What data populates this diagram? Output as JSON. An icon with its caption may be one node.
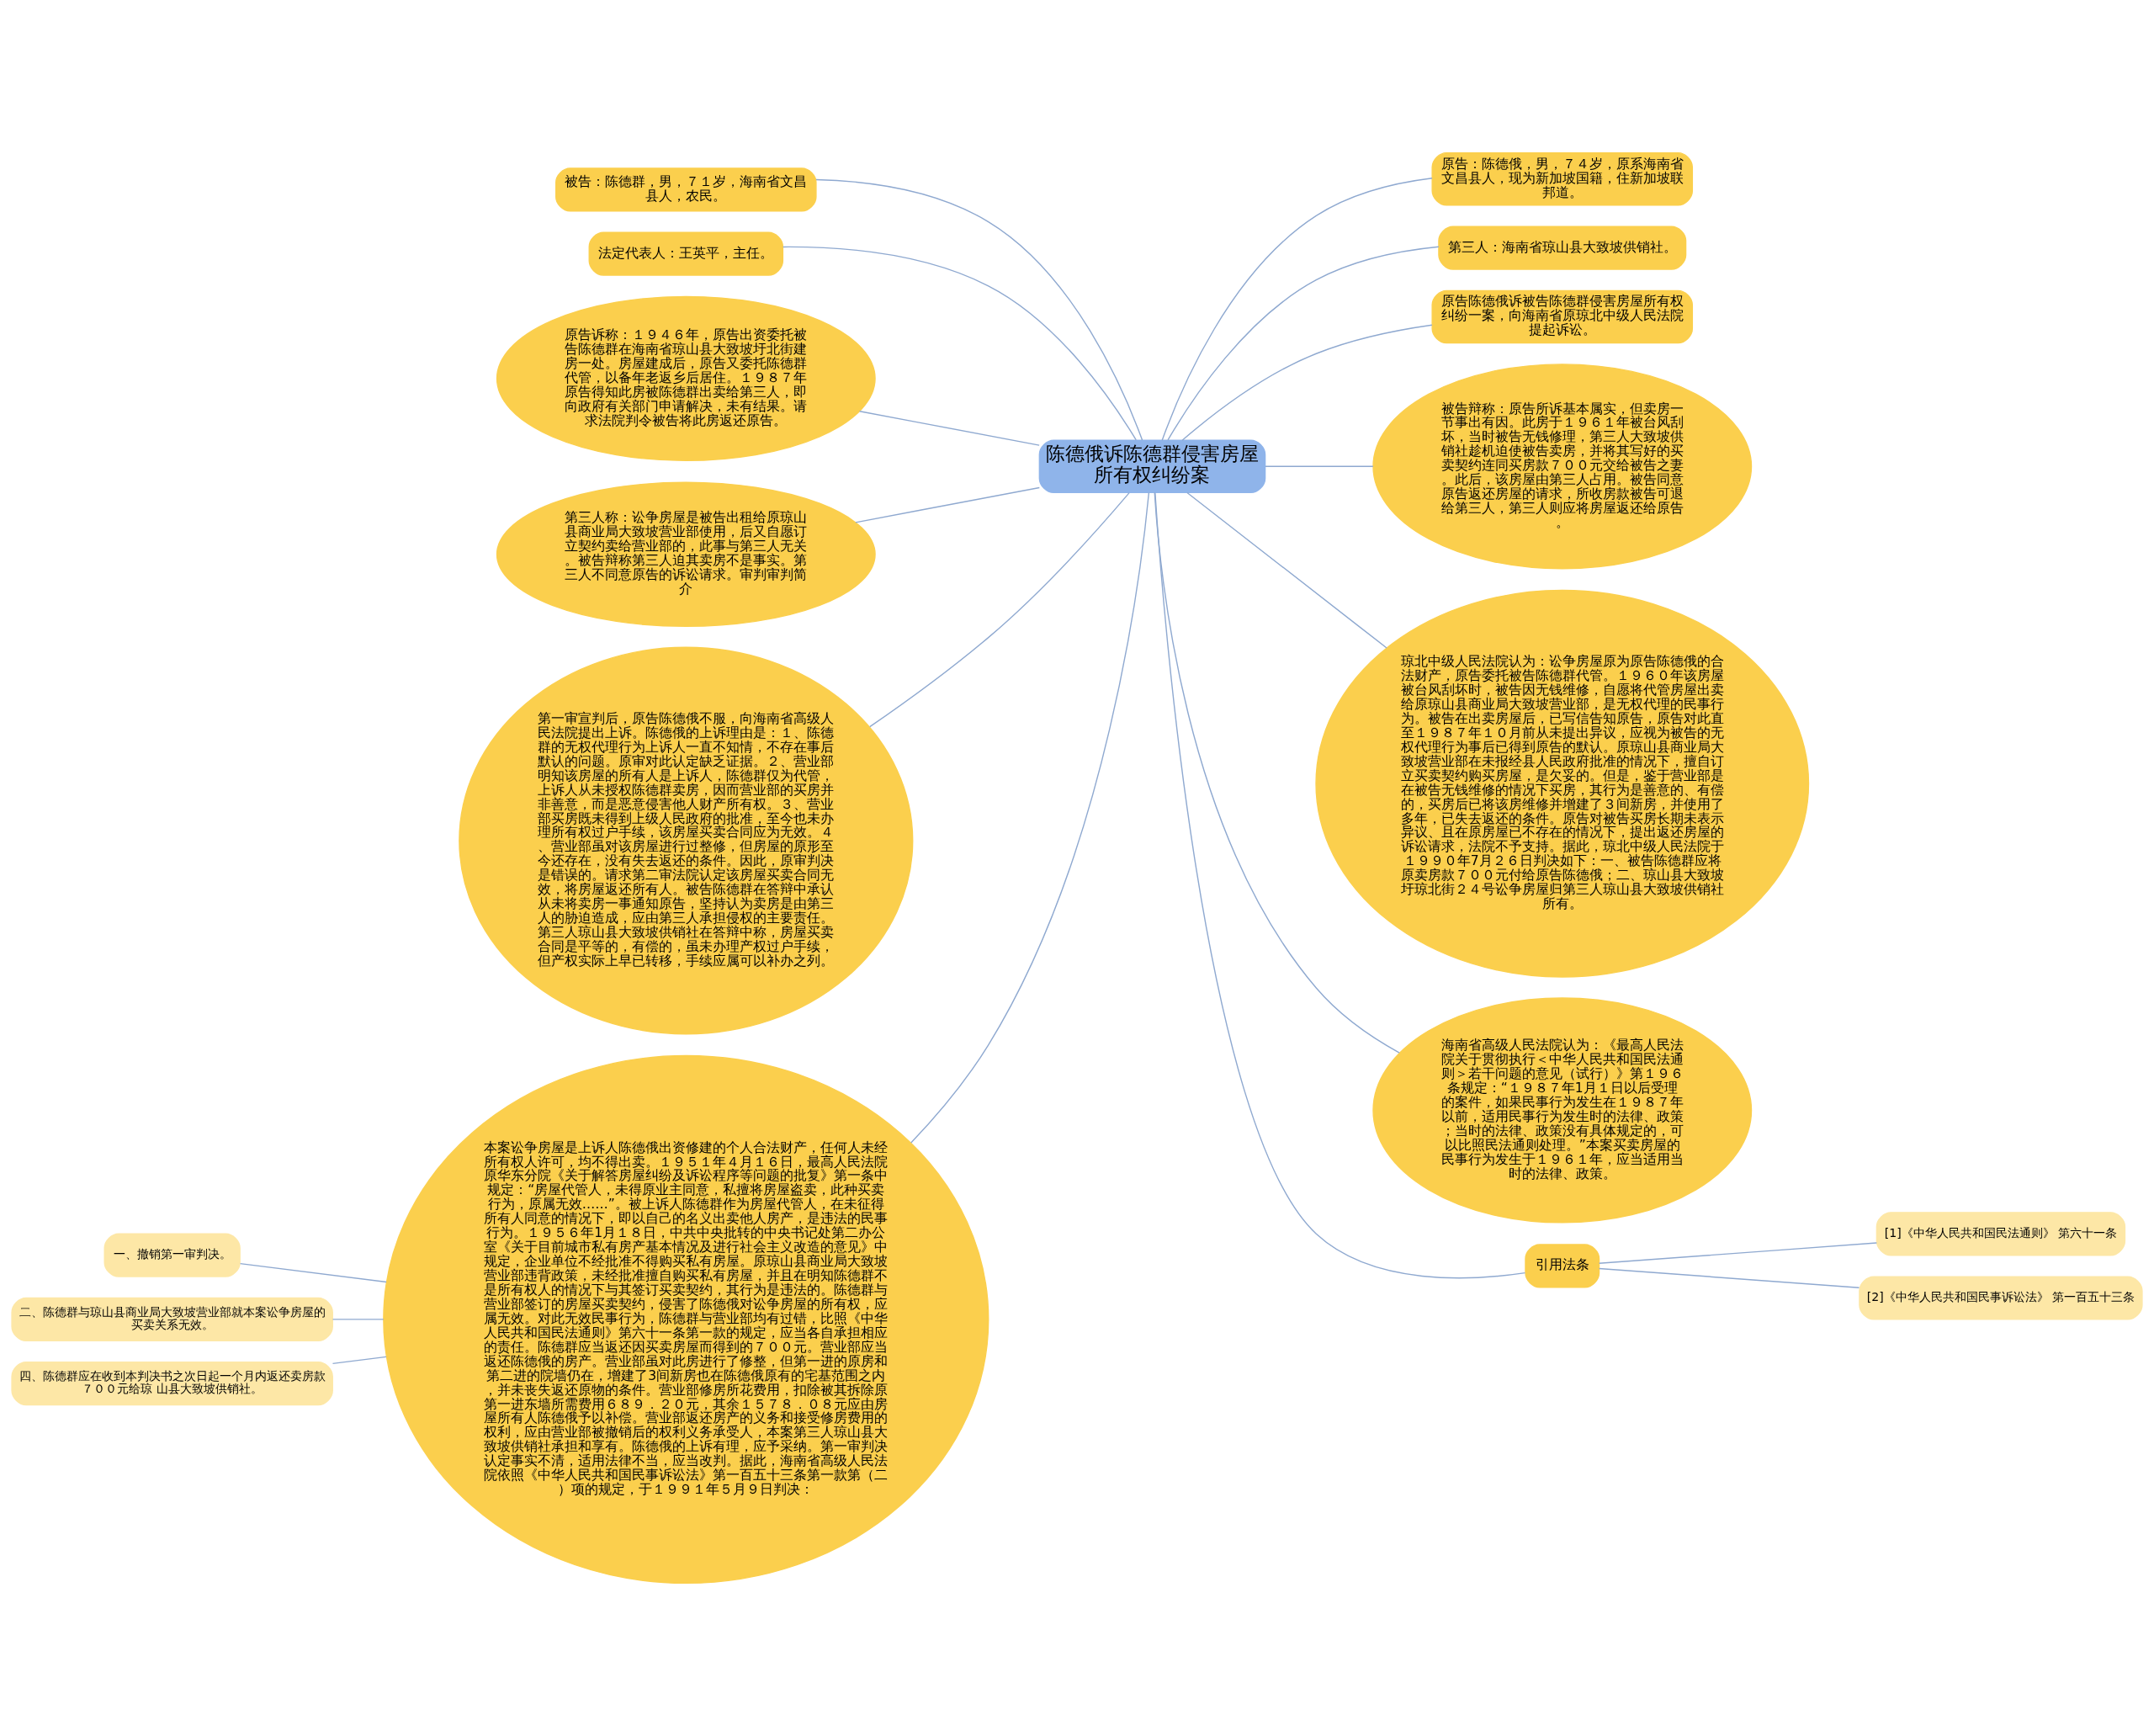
{
  "diagram": {
    "nodes": [
      {
        "text": [
          "陈德俄诉陈德群侵害房屋所有权纠纷案"
        ]
      },
      {
        "text": [
          "被告：陈德群，男，７１岁，海南省文昌县人，农民。"
        ]
      },
      {
        "text": [
          "法定代表人：王英平，主任。"
        ]
      },
      {
        "text": [
          "原告诉称：１９４６年，原告出资委托被告陈德群在海南省琼山县大致坡圩北街建房一处。房屋建成后，原告又委托陈德群代管，以备年老返乡后居住。１９８７年原告得知此房被陈德群出卖给第三人，即向政府有关部门申请解决，未有结果。请求法院判令被告将此房返还原告。"
        ]
      },
      {
        "text": [
          "第三人称：讼争房屋是被告出租给原琼山县商业局大致坡营业部使用，后又自愿订立契约卖给营业部的，此事与第三人无关。被告辩称第三人迫其卖房不是事实。第三人不同意原告的诉讼请求。审判审判简介"
        ]
      },
      {
        "text": [
          "第一审宣判后，原告陈德俄不服，向海南省高级人民法院提出上诉。陈德俄的上诉理由是：１、陈德群的无权代理行为上诉人一直不知情，不存在事后默认的问题。原审对此认定缺乏证据。２、营业部明知该房屋的所有人是上诉人，陈德群仅为代管，上诉人从未授权陈德群卖房，因而营业部的买房并非善意，而是恶意侵害他人财产所有权。３、营业部买房既未得到上级人民政府的批准，至今也未办理所有权过户手续，该房屋买卖合同应为无效。４、营业部虽对该房屋进行过整修，但房屋的原形至今还存在，没有失去返还的条件。因此，原审判决是错误的。请求第二审法院认定该房屋买卖合同无效，将房屋返还所有人。被告陈德群在答辩中承认从未将卖房一事通知原告，坚持认为卖房是由第三人的胁迫造成，应由第三人承担侵权的主要责任。第三人琼山县大致坡供销社在答辩中称，房屋买卖合同是平等的，有偿的，虽未办理产权过户手续，但产权实际上早已转移，手续应属可以补办之列。"
        ]
      },
      {
        "text": [
          "本案讼争房屋是上诉人陈德俄出资修建的个人合法财产，任何人未经所有权人许可，均不得出卖。１９５１年４月１６日，最高人民法院原华东分院《关于解答房屋纠纷及诉讼程序等问题的批复》第一条中规定：“房屋代管人，未得原业主同意，私擅将房屋盗卖，此种买卖行为，原属无效……”。被上诉人陈德群作为房屋代管人，在未征得所有人同意的情况下，即以自己的名义出卖他人房产，是违法的民事行为。１９５６年1月１８日，中共中央批转的中央书记处第二办公室《关于目前城市私有房产基本情况及进行社会主义改造的意见》中规定，企业单位不经批准不得购买私有房屋。原琼山县商业局大致坡营业部违背政策，未经批准擅自购买私有房屋，并且在明知陈德群不是所有权人的情况下与其签订买卖契约，其行为是违法的。陈德群与营业部签订的房屋买卖契约，侵害了陈德俄对讼争房屋的所有权，应属无效。对此无效民事行为，陈德群与营业部均有过错，比照《中华人民共和国民法通则》第六十一条第一款的规定，应当各自承担相应的责任。陈德群应当返还因买卖房屋而得到的７００元。营业部应当返还陈德俄的房产。营业部虽对此房进行了修整，但第一进的原房和第二进的院墙仍在，增建了3间新房也在陈德俄原有的宅基范围之内，并未丧失返还原物的条件。营业部修房所花费用，扣除被其拆除原第一进东墙所需费用６８９．２０元，其余１５７８．０８元应由房屋所有人陈德俄予以补偿。营业部返还房产的义务和接受修房费用的权利，应由营业部被撤销后的权利义务承受人，本案第三人琼山县大致坡供销社承担和享有。陈德俄的上诉有理，应予采纳。第一审判决认定事实不清，适用法律不当，应当改判。据此，海南省高级人民法院依照《中华人民共和国民事诉讼法》第一百五十三条第一款第（二）项的规定，于１９９１年５月９日判决："
        ]
      },
      {
        "text": [
          "一、撤销第一审判决。"
        ]
      },
      {
        "text": [
          "二、陈德群与琼山县商业局大致坡营业部就本案讼争房屋的买卖关系无效。"
        ]
      },
      {
        "text": [
          "四、陈德群应在收到本判决书之次日起一个月内返还卖房款７００元给琼 山县大致坡供销社。"
        ]
      },
      {
        "text": [
          "原告：陈德俄，男，７４岁，原系海南省文昌县人，现为新加坡国籍，住新加坡联邦道。"
        ]
      },
      {
        "text": [
          "第三人：海南省琼山县大致坡供销社。"
        ]
      },
      {
        "text": [
          "原告陈德俄诉被告陈德群侵害房屋所有权纠纷一案，向海南省原琼北中级人民法院提起诉讼。"
        ]
      },
      {
        "text": [
          "被告辩称：原告所诉基本属实，但卖房一节事出有因。此房于１９６１年被台风刮坏，当时被告无钱修理，第三人大致坡供销社趁机迫使被告卖房，并将其写好的买卖契约连同买房款７００元交给被告之妻。此后，该房屋由第三人占用。被告同意原告返还房屋的请求，所收房款被告可退给第三人，第三人则应将房屋返还给原告。"
        ]
      },
      {
        "text": [
          "琼北中级人民法院认为：讼争房屋原为原告陈德俄的合法财产，原告委托被告陈德群代管。１９６０年该房屋被台风刮坏时，被告因无钱维修，自愿将代管房屋出卖给原琼山县商业局大致坡营业部，是无权代理的民事行为。被告在出卖房屋后，已写信告知原告，原告对此直至１９８７年１０月前从未提出异议，应视为被告的无权代理行为事后已得到原告的默认。原琼山县商业局大致坡营业部在未报经县人民政府批准的情况下，擅自订立买卖契约购买房屋，是欠妥的。但是，鉴于营业部是在被告无钱维修的情况下买房，其行为是善意的、有偿的，买房后已将该房维修并增建了３间新房，并使用了多年，已失去返还的条件。原告对被告买房长期未表示异议、且在原房屋已不存在的情况下，提出返还房屋的诉讼请求，法院不予支持。据此，琼北中级人民法院于１９９０年7月２６日判决如下：一、被告陈德群应将原卖房款７００元付给原告陈德俄；二、琼山县大致坡圩琼北街２４号讼争房屋归第三人琼山县大致坡供销社所有。"
        ]
      },
      {
        "text": [
          "海南省高级人民法院认为：《最高人民法院关于贯彻执行＜中华人民共和国民法通则＞若干问题的意见（试行）》第１９６条规定：“１９８７年1月１日以后受理的案件，如果民事行为发生在１９８７年以前，适用民事行为发生时的法律、政策；当时的法律、政策没有具体规定的，可以比照民法通则处理。”本案买卖房屋的民事行为发生于１９６１年，应当适用当时的法律、政策。"
        ]
      },
      {
        "text": [
          "引用法条"
        ]
      },
      {
        "text": [
          "[1]《中华人民共和国民法通则》 第六十一条"
        ]
      },
      {
        "text": [
          "[2]《中华人民共和国民事诉讼法》 第一百五十三条"
        ]
      }
    ],
    "edges": [
      {
        "from": 0,
        "to": 1,
        "arrow": "none"
      },
      {
        "from": 0,
        "to": 2,
        "arrow": "none"
      },
      {
        "from": 0,
        "to": 3,
        "arrow": "none"
      },
      {
        "from": 0,
        "to": 4,
        "arrow": "none"
      },
      {
        "from": 0,
        "to": 5,
        "arrow": "none"
      },
      {
        "from": 0,
        "to": 6,
        "arrow": "none"
      },
      {
        "from": 6,
        "to": 7,
        "arrow": "none"
      },
      {
        "from": 6,
        "to": 8,
        "arrow": "none"
      },
      {
        "from": 6,
        "to": 9,
        "arrow": "none"
      },
      {
        "from": 0,
        "to": 10,
        "arrow": "none"
      },
      {
        "from": 0,
        "to": 11,
        "arrow": "none"
      },
      {
        "from": 0,
        "to": 12,
        "arrow": "none"
      },
      {
        "from": 0,
        "to": 13,
        "arrow": "none"
      },
      {
        "from": 0,
        "to": 14,
        "arrow": "none"
      },
      {
        "from": 0,
        "to": 15,
        "arrow": "none"
      },
      {
        "from": 0,
        "to": 16,
        "arrow": "none"
      },
      {
        "from": 16,
        "to": 17,
        "arrow": "none"
      },
      {
        "from": 16,
        "to": 18,
        "arrow": "none"
      }
    ]
  }
}
